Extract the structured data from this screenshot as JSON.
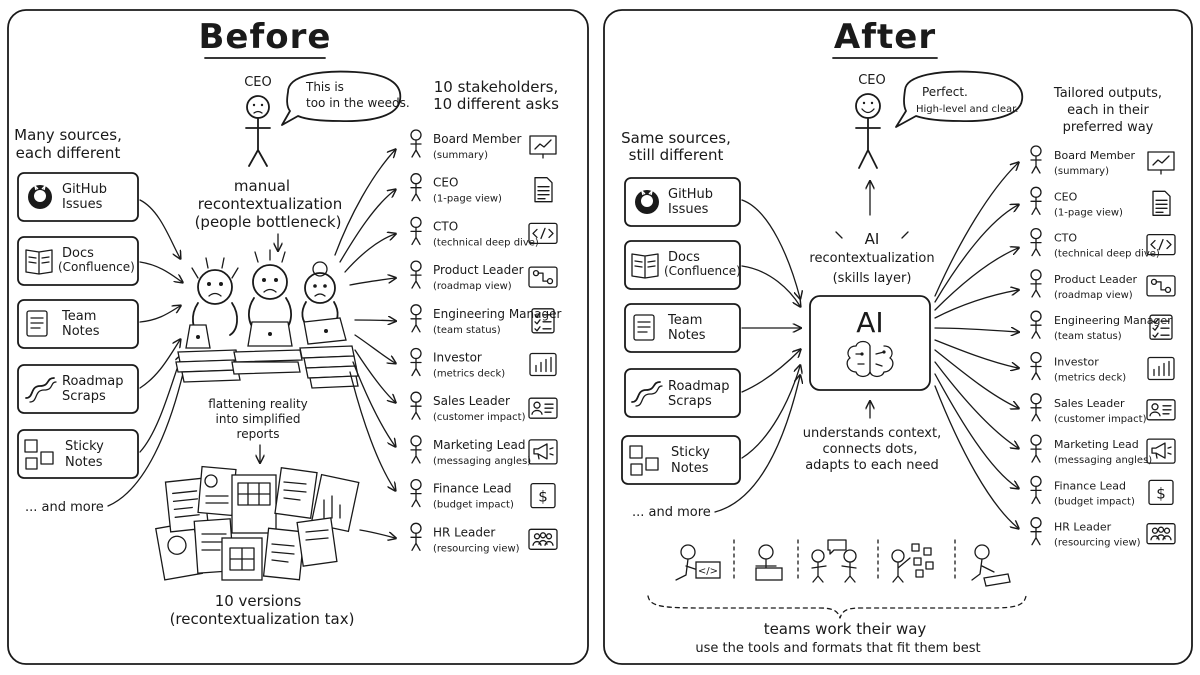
{
  "before": {
    "title": "Before",
    "sources_heading": [
      "Many sources,",
      "each different"
    ],
    "sources": [
      {
        "icon": "github-icon",
        "lines": [
          "GitHub",
          "Issues"
        ]
      },
      {
        "icon": "book-icon",
        "lines": [
          "Docs",
          "(Confluence)"
        ]
      },
      {
        "icon": "notes-icon",
        "lines": [
          "Team",
          "Notes"
        ]
      },
      {
        "icon": "roadmap-icon",
        "lines": [
          "Roadmap",
          "Scraps"
        ]
      },
      {
        "icon": "sticky-notes-icon",
        "lines": [
          "Sticky",
          "Notes"
        ]
      }
    ],
    "more": "... and more",
    "ceo_label": "CEO",
    "ceo_speech": [
      "This is",
      "too in the weeds."
    ],
    "process": [
      "manual",
      "recontextualization",
      "(people bottleneck)"
    ],
    "flatten": [
      "flattening reality",
      "into simplified",
      "reports"
    ],
    "result": [
      "10  versions",
      "(recontextualization tax)"
    ],
    "stakeholders_heading": [
      "10 stakeholders,",
      "10 different asks"
    ]
  },
  "after": {
    "title": "After",
    "sources_heading": [
      "Same sources,",
      "still different"
    ],
    "sources": [
      {
        "icon": "github-icon",
        "lines": [
          "GitHub",
          "Issues"
        ]
      },
      {
        "icon": "book-icon",
        "lines": [
          "Docs",
          "(Confluence)"
        ]
      },
      {
        "icon": "notes-icon",
        "lines": [
          "Team",
          "Notes"
        ]
      },
      {
        "icon": "roadmap-icon",
        "lines": [
          "Roadmap",
          "Scraps"
        ]
      },
      {
        "icon": "sticky-notes-icon",
        "lines": [
          "Sticky",
          "Notes"
        ]
      }
    ],
    "more": "... and more",
    "ceo_label": "CEO",
    "ceo_speech": [
      "Perfect.",
      "High-level and clear."
    ],
    "ai_layer": [
      "AI",
      "recontextualization",
      "(skills layer)"
    ],
    "ai_box": "AI",
    "ai_caption": [
      "understands context,",
      "connects dots,",
      "adapts to each need"
    ],
    "outputs_heading": [
      "Tailored outputs,",
      "each in their",
      "preferred way"
    ],
    "teams": [
      "teams  work  their way",
      "use the tools and formats that fit them best"
    ]
  },
  "stakeholders": [
    {
      "name": "Board Member",
      "need": "(summary)",
      "icon": "presentation-icon"
    },
    {
      "name": "CEO",
      "need": "(1-page view)",
      "icon": "document-icon"
    },
    {
      "name": "CTO",
      "need": "(technical deep dive)",
      "icon": "code-icon"
    },
    {
      "name": "Product Leader",
      "need": "(roadmap view)",
      "icon": "roadmap-flow-icon"
    },
    {
      "name": "Engineering Manager",
      "need": "(team status)",
      "icon": "checklist-icon"
    },
    {
      "name": "Investor",
      "need": "(metrics deck)",
      "icon": "bar-chart-icon"
    },
    {
      "name": "Sales Leader",
      "need": "(customer impact)",
      "icon": "contact-card-icon"
    },
    {
      "name": "Marketing Lead",
      "need": "(messaging angles)",
      "icon": "megaphone-icon"
    },
    {
      "name": "Finance Lead",
      "need": "(budget impact)",
      "icon": "dollar-icon"
    },
    {
      "name": "HR Leader",
      "need": "(resourcing view)",
      "icon": "people-icon"
    }
  ]
}
